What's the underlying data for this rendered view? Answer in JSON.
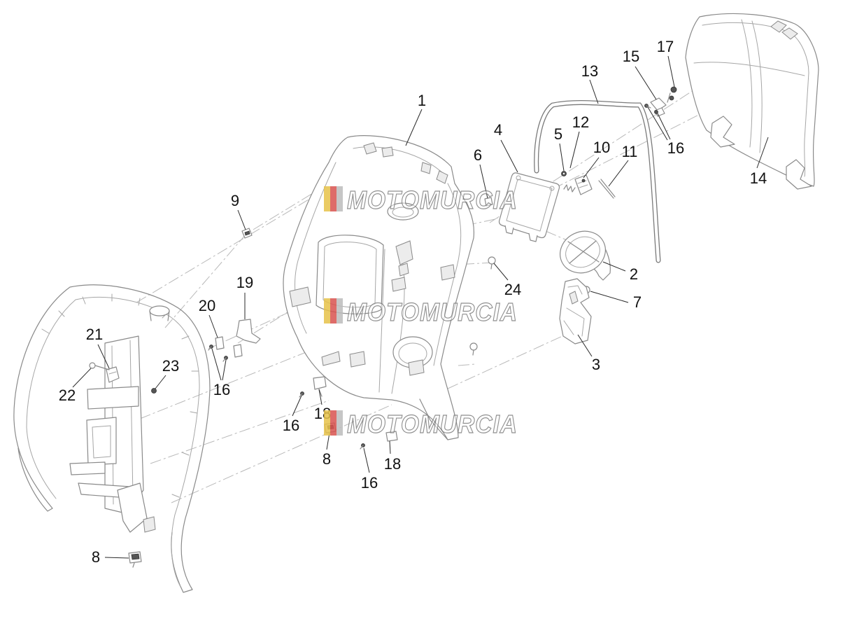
{
  "diagram": {
    "callouts": [
      "1",
      "2",
      "3",
      "4",
      "5",
      "6",
      "7",
      "8",
      "8",
      "9",
      "10",
      "11",
      "12",
      "13",
      "14",
      "15",
      "16",
      "16",
      "16",
      "16",
      "17",
      "18",
      "18",
      "19",
      "20",
      "21",
      "22",
      "23",
      "24"
    ],
    "watermarks": [
      "MOTOMURCIA",
      "MOTOMURCIA",
      "MOTOMURCIA"
    ],
    "colors": {
      "line_art": "#8a8a8a",
      "callout_text": "#111111",
      "watermark_flag": [
        "#e7c24a",
        "#d9534f",
        "#9a9a9a"
      ]
    }
  }
}
